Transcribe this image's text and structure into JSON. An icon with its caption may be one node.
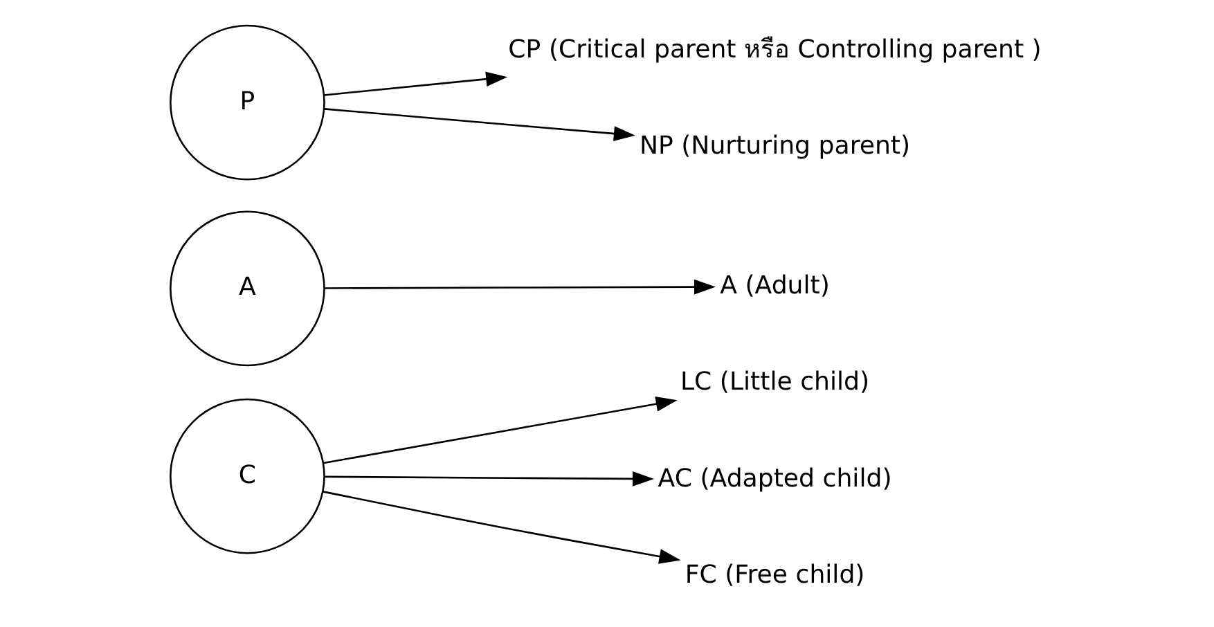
{
  "diagram": {
    "nodes": [
      {
        "text": [
          "P"
        ]
      },
      {
        "text": [
          "A"
        ]
      },
      {
        "text": [
          "C"
        ]
      },
      {
        "text": [
          "CP (Critical parent หรือ Controlling parent )"
        ]
      },
      {
        "text": [
          "NP (Nurturing parent)"
        ]
      },
      {
        "text": [
          "A (Adult)"
        ]
      },
      {
        "text": [
          "LC (Little child)"
        ]
      },
      {
        "text": [
          "AC (Adapted child)"
        ]
      },
      {
        "text": [
          "FC (Free child)"
        ]
      }
    ],
    "edges": [
      {
        "from": 0,
        "to": 3,
        "arrow": "to"
      },
      {
        "from": 0,
        "to": 4,
        "arrow": "to"
      },
      {
        "from": 1,
        "to": 5,
        "arrow": "to"
      },
      {
        "from": 2,
        "to": 6,
        "arrow": "to"
      },
      {
        "from": 2,
        "to": 7,
        "arrow": "to"
      },
      {
        "from": 2,
        "to": 8,
        "arrow": "to"
      }
    ]
  }
}
